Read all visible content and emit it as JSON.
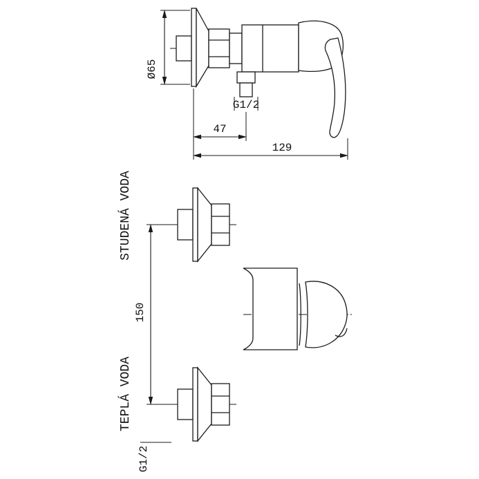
{
  "drawing": {
    "colors": {
      "line": "#1a1a1a",
      "background": "#ffffff"
    },
    "side_view": {
      "diameter_label": "Ø65",
      "thread_label": "G1/2",
      "offset_label": "47",
      "depth_label": "129"
    },
    "front_view": {
      "cold_water_label": "STUDENÁ VODA",
      "hot_water_label": "TEPLÁ VODA",
      "spacing_label": "150",
      "thread_label": "G1/2"
    }
  }
}
